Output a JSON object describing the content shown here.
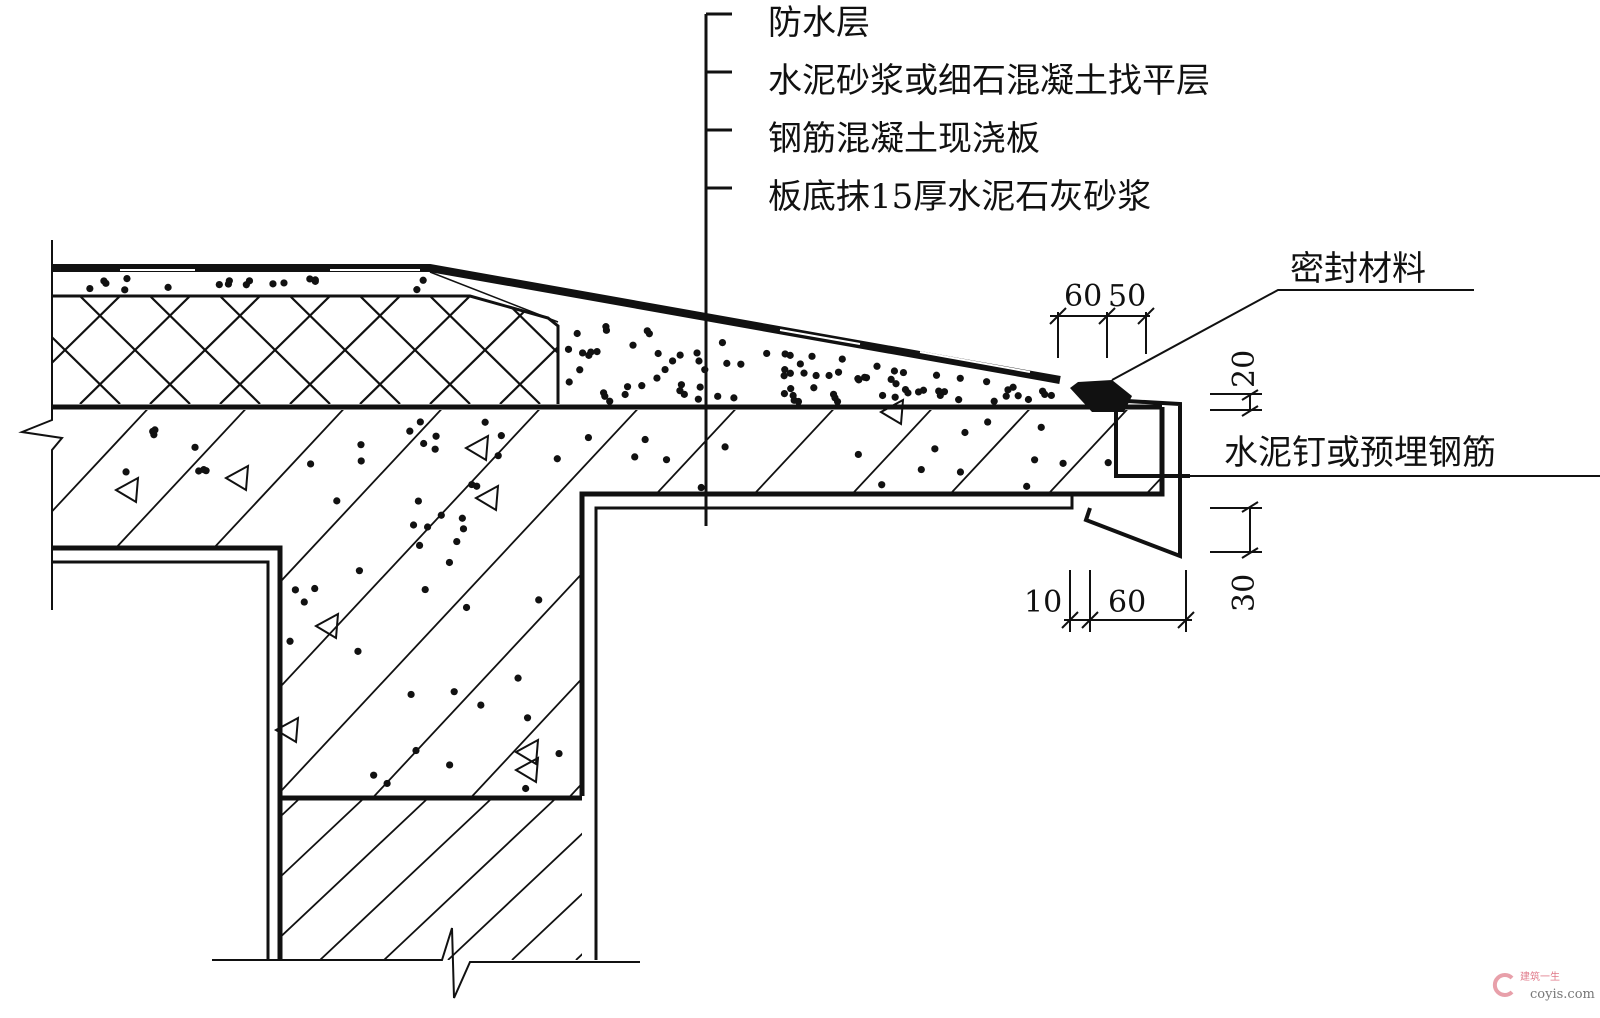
{
  "diagram": {
    "type": "construction-detail-section",
    "layer_labels": [
      {
        "text": "防水层"
      },
      {
        "text": "水泥砂浆或细石混凝土找平层"
      },
      {
        "text": "钢筋混凝土现浇板"
      },
      {
        "text": "板底抹15厚水泥石灰砂浆"
      }
    ],
    "callouts": {
      "sealant": "密封材料",
      "nail": "水泥钉或预埋钢筋"
    },
    "dimensions": {
      "top_a": "60",
      "top_b": "50",
      "right_upper": "20",
      "right_lower": "30",
      "bottom_a": "10",
      "bottom_b": "60"
    },
    "watermark": {
      "cn": "建筑一生",
      "en": "coyis.com"
    },
    "colors": {
      "line": "#111111",
      "background": "#ffffff",
      "watermark_cn": "#e07a8a"
    }
  }
}
